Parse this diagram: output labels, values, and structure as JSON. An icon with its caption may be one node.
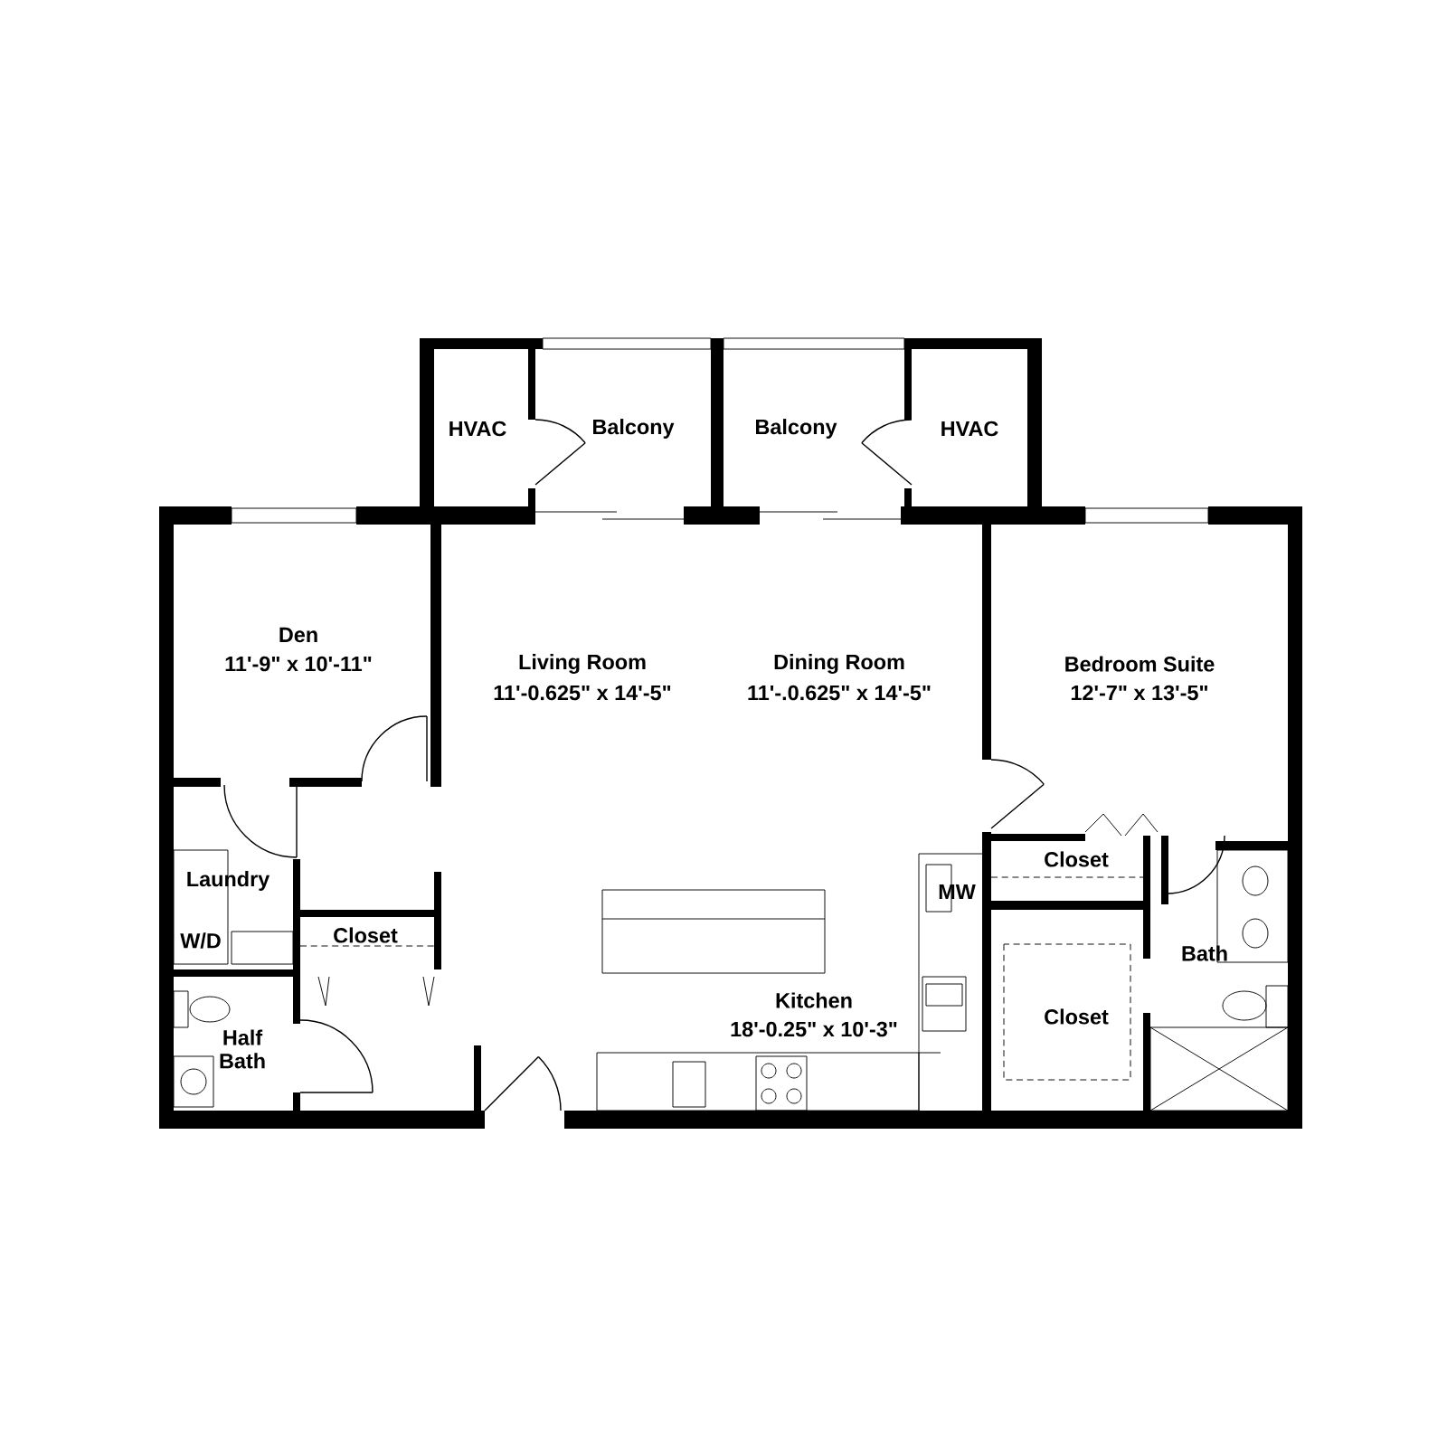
{
  "diagram": {
    "labels": [
      "HVAC",
      "Balcony",
      "Balcony",
      "HVAC",
      "Den",
      "11'-9\" x 10'-11\"",
      "Living Room",
      "11'-0.625\" x 14'-5\"",
      "Dining Room",
      "11'-.0.625\" x 14'-5\"",
      "Bedroom Suite",
      "12'-7\" x 13'-5\"",
      "Closet",
      "Laundry",
      "MW",
      "W/D",
      "Closet",
      "Bath",
      "Kitchen",
      "18'-0.25\" x 10'-3\"",
      "Closet",
      "Half Bath"
    ]
  }
}
